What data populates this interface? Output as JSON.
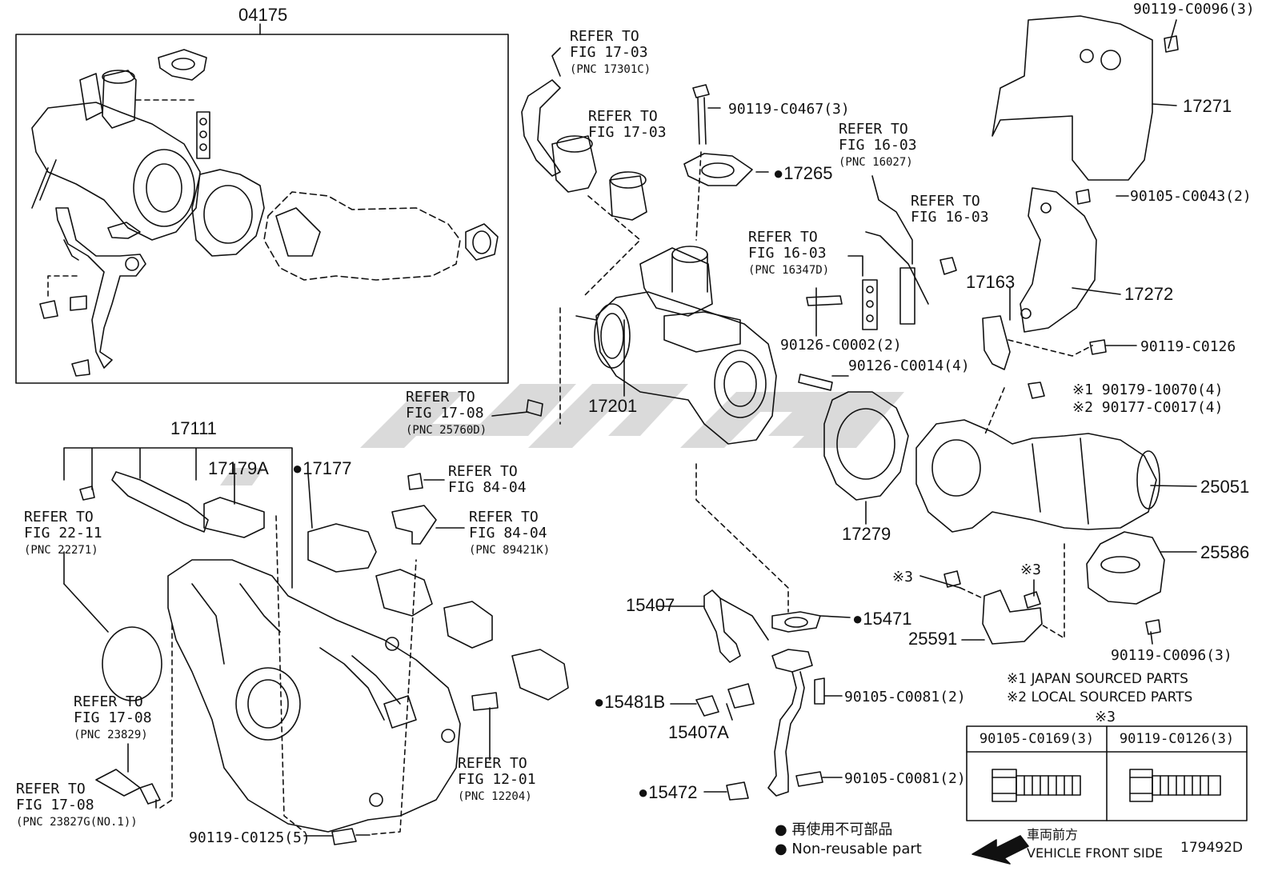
{
  "labels": {
    "p04175": "04175",
    "p17111": "17111",
    "p17179A": "17179A",
    "p17177": "●17177",
    "p17201": "17201",
    "p17279": "17279",
    "p17265": "●17265",
    "p17271": "17271",
    "p17272": "17272",
    "p17163": "17163",
    "p25051": "25051",
    "p25586": "25586",
    "p25591": "25591",
    "p15407": "15407",
    "p15407A": "15407A",
    "p15481B": "●15481B",
    "p15471": "●15471",
    "p15472": "●15472",
    "b_90119_C0096_top": "90119-C0096(3)",
    "b_90119_C0467": "90119-C0467(3)",
    "b_90105_C0043": "90105-C0043(2)",
    "b_90126_C0002": "90126-C0002(2)",
    "b_90126_C0014": "90126-C0014(4)",
    "b_90119_C0126": "90119-C0126",
    "b_90179": "※1 90179-10070(4)",
    "b_90177": "※2 90177-C0017(4)",
    "b_90119_C0096_bot": "90119-C0096(3)",
    "b_90105_C0081_a": "90105-C0081(2)",
    "b_90105_C0081_b": "90105-C0081(2)",
    "b_90119_C0125": "90119-C0125(5)",
    "mark3a": "※3",
    "mark3b": "※3",
    "mark3c": "※3"
  },
  "refs": {
    "r1": [
      "REFER TO",
      "FIG 17-03",
      "(PNC 17301C)"
    ],
    "r2": [
      "REFER TO",
      "FIG 17-03"
    ],
    "r3": [
      "REFER TO",
      "FIG 16-03",
      "(PNC 16027)"
    ],
    "r4": [
      "REFER TO",
      "FIG 16-03"
    ],
    "r5": [
      "REFER TO",
      "FIG 16-03",
      "(PNC 16347D)"
    ],
    "r6": [
      "REFER TO",
      "FIG 17-08",
      "(PNC 25760D)"
    ],
    "r7": [
      "REFER TO",
      "FIG 84-04"
    ],
    "r8": [
      "REFER TO",
      "FIG 84-04",
      "(PNC 89421K)"
    ],
    "r9": [
      "REFER TO",
      "FIG 22-11",
      "(PNC 22271)"
    ],
    "r10": [
      "REFER TO",
      "FIG 17-08",
      "(PNC 23829)"
    ],
    "r11": [
      "REFER TO",
      "FIG 17-08",
      "(PNC 23827G(NO.1))"
    ],
    "r12": [
      "REFER TO",
      "FIG 12-01",
      "(PNC 12204)"
    ]
  },
  "notes": {
    "n1": "※1 JAPAN SOURCED PARTS",
    "n2": "※2 LOCAL SOURCED PARTS",
    "table_mark": "※3",
    "table_h1": "90105-C0169(3)",
    "table_h2": "90119-C0126(3)"
  },
  "legend": {
    "jp": "● 再使用不可部品",
    "en": "● Non-reusable part",
    "front_jp": "車両前方",
    "front_en": "VEHICLE FRONT SIDE",
    "figure_id": "179492D"
  }
}
